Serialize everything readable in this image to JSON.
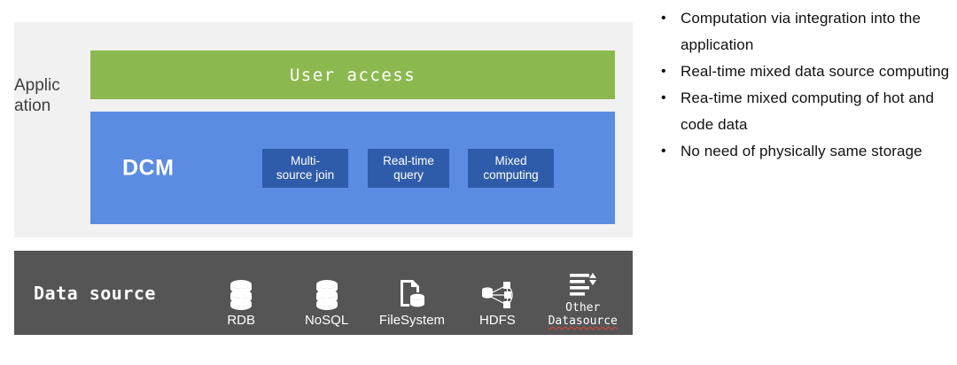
{
  "diagram": {
    "application": {
      "label": "Applic\nation",
      "panel_color": "#f1f1f1"
    },
    "user_access": {
      "label": "User access",
      "color": "#8cb94f"
    },
    "dcm": {
      "label": "DCM",
      "color": "#5b8ce2",
      "chip_color": "#2f5caa",
      "capabilities": [
        {
          "label": "Multi-\nsource join"
        },
        {
          "label": "Real-time\nquery"
        },
        {
          "label": "Mixed\ncomputing"
        }
      ]
    },
    "data_source": {
      "title": "Data source",
      "bar_color": "#555555",
      "items": [
        {
          "label": "RDB",
          "icon": "database-stack-icon",
          "mono": false,
          "misspelled": false
        },
        {
          "label": "NoSQL",
          "icon": "database-stack-icon",
          "mono": false,
          "misspelled": false
        },
        {
          "label": "FileSystem",
          "icon": "file-database-icon",
          "mono": false,
          "misspelled": false
        },
        {
          "label": "HDFS",
          "icon": "network-cluster-icon",
          "mono": false,
          "misspelled": false
        },
        {
          "label": "Other\nDatasource",
          "icon": "list-sort-icon",
          "mono": true,
          "misspelled": true
        }
      ]
    }
  },
  "bullets": {
    "marker": "•",
    "items": [
      {
        "text": "Computation via integration into the application"
      },
      {
        "text": "Real-time mixed data source computing"
      },
      {
        "text": "Rea-time mixed computing of hot and code data"
      },
      {
        "text": "No need of physically same storage"
      }
    ]
  }
}
